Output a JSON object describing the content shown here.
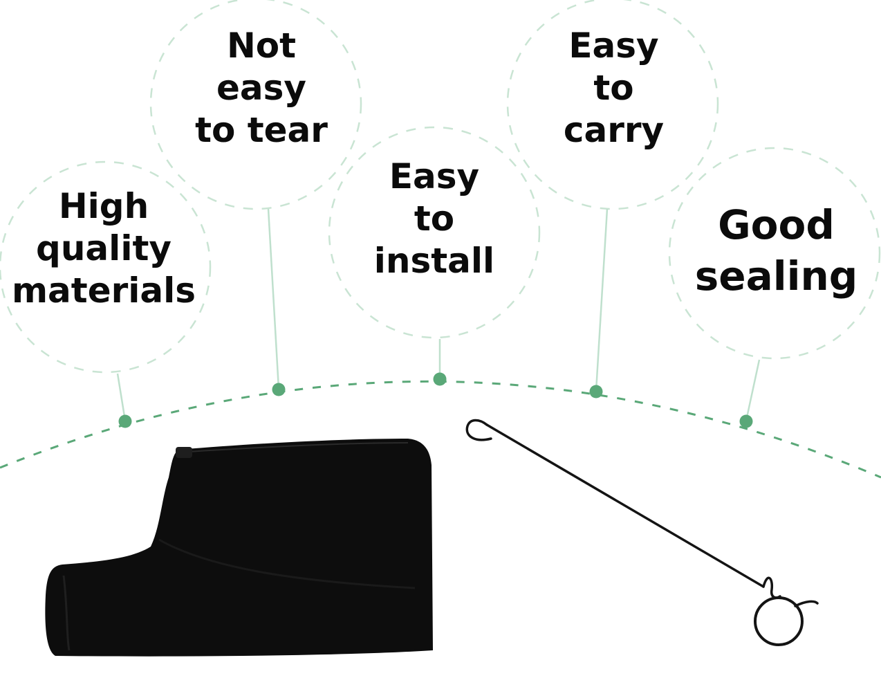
{
  "features": [
    {
      "id": "high-quality",
      "text": "High\nquality\nmaterials"
    },
    {
      "id": "not-easy-to-tear",
      "text": "Not\neasy\nto tear"
    },
    {
      "id": "easy-to-install",
      "text": "Easy\nto\ninstall"
    },
    {
      "id": "easy-to-carry",
      "text": "Easy\nto\ncarry"
    },
    {
      "id": "good-sealing",
      "text": "Good\nsealing"
    }
  ],
  "colors": {
    "accent": "#5aa878",
    "line": "#bfe0cd",
    "dashed_circle": "#c9e4d3",
    "text": "#0b0b0b",
    "product": "#0d0d0d"
  },
  "icons": [
    "dust-bag-image",
    "wire-hook-image"
  ]
}
